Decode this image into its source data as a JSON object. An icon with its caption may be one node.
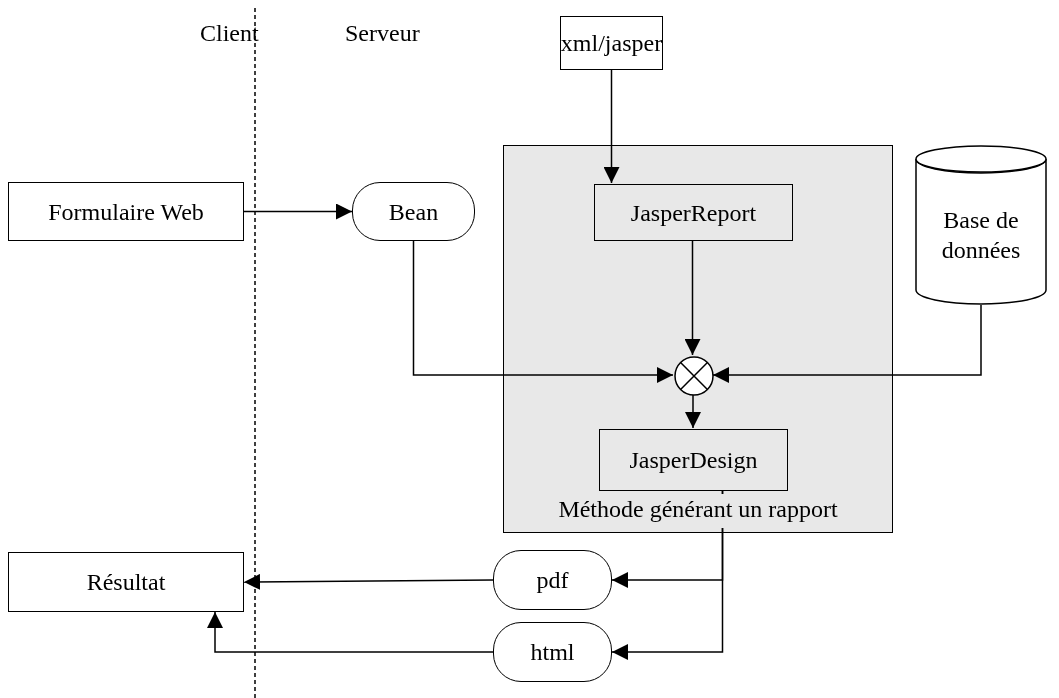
{
  "diagram": {
    "nodes": [
      {
        "text": [
          "xml/jasper"
        ]
      },
      {
        "text": [
          "Formulaire Web"
        ]
      },
      {
        "text": [
          "Bean"
        ]
      },
      {
        "text": [
          "Méthode générant un rapport"
        ]
      },
      {
        "text": [
          "JasperReport"
        ],
        "in": 3
      },
      {
        "text": [
          "Base de données"
        ]
      },
      {
        "text": [],
        "shape": "circle",
        "in": 3
      },
      {
        "text": [
          "JasperDesign"
        ],
        "in": 3
      },
      {
        "text": [
          "Résultat"
        ]
      },
      {
        "text": [
          "pdf"
        ]
      },
      {
        "text": [
          "html"
        ]
      }
    ],
    "edges": [
      {
        "from": 0,
        "to": 4,
        "arrow": "to"
      },
      {
        "from": 1,
        "to": 2,
        "arrow": "to"
      },
      {
        "from": 4,
        "to": 6,
        "arrow": "to"
      },
      {
        "from": 2,
        "to": 6,
        "arrow": "to"
      },
      {
        "from": 5,
        "to": 6,
        "arrow": "to"
      },
      {
        "from": 6,
        "to": 7,
        "arrow": "to"
      },
      {
        "from": 7,
        "to": 9,
        "arrow": "to"
      },
      {
        "from": 7,
        "to": 10,
        "arrow": "to"
      },
      {
        "from": 9,
        "to": 8,
        "arrow": "to"
      },
      {
        "from": 10,
        "to": 8,
        "arrow": "to"
      }
    ],
    "labels": [
      "Client",
      "Serveur"
    ]
  }
}
